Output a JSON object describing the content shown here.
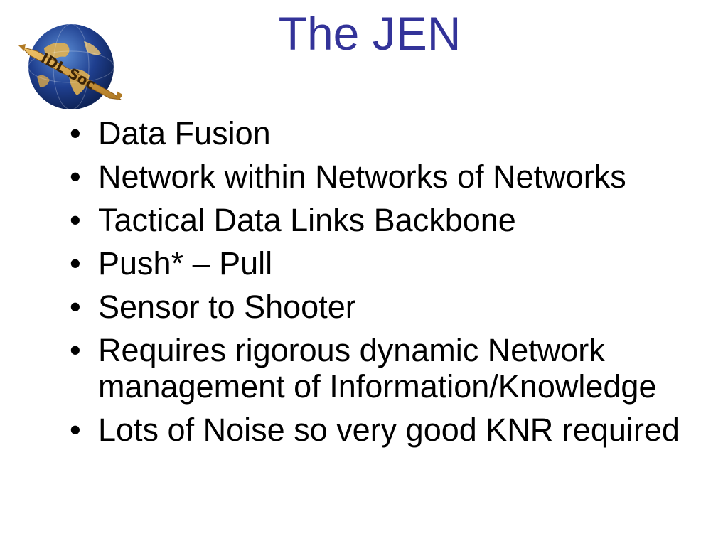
{
  "slide": {
    "title": "The JEN",
    "logo": {
      "icon": "globe-logo-icon",
      "text": "IDL Soc"
    },
    "bullet_symbol": "•",
    "bullets": [
      "Data Fusion",
      "Network within Networks of Networks",
      "Tactical Data Links Backbone",
      "Push* – Pull",
      "Sensor to Shooter",
      "Requires rigorous dynamic Network management of Information/Knowledge",
      "Lots of Noise so very good KNR required"
    ]
  },
  "colors": {
    "title": "#333399",
    "text": "#000000",
    "background": "#ffffff",
    "globe_ocean": "#1f3f8f",
    "globe_land": "#e0b050",
    "banner": "#d8a23a"
  }
}
